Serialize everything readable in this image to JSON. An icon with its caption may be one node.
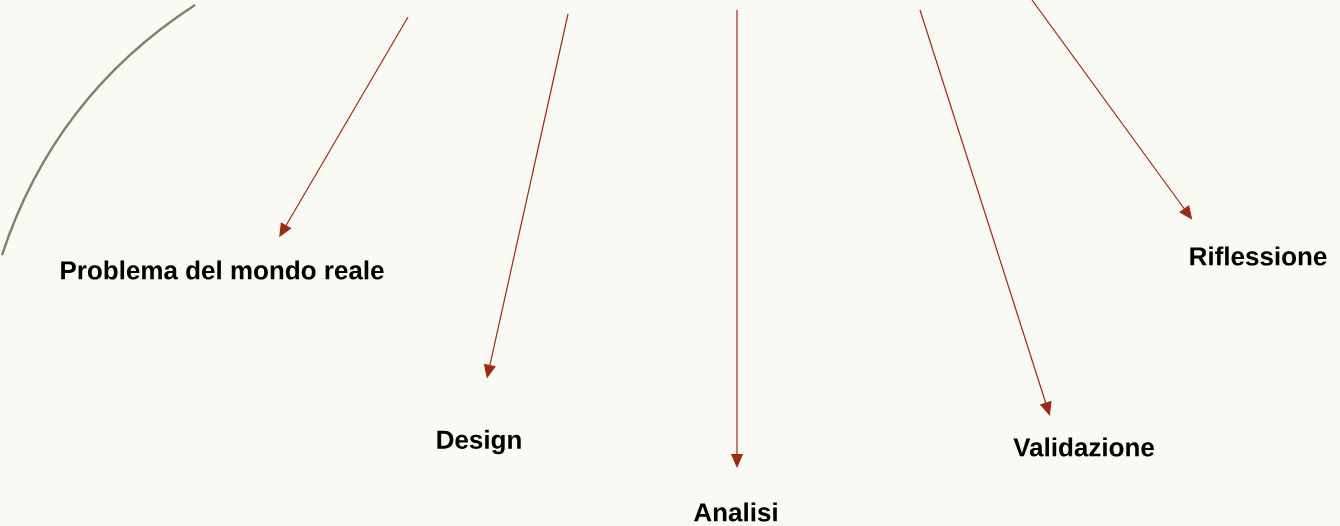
{
  "diagram": {
    "nodes": [
      {
        "text": [
          "Problema del mondo reale"
        ]
      },
      {
        "text": [
          "Design"
        ]
      },
      {
        "text": [
          "Analisi"
        ]
      },
      {
        "text": [
          "Validazione"
        ]
      },
      {
        "text": [
          "Riflessione"
        ]
      }
    ],
    "edges": [
      {
        "from": null,
        "to": 0,
        "arrow": "to"
      },
      {
        "from": null,
        "to": 1,
        "arrow": "to"
      },
      {
        "from": null,
        "to": 2,
        "arrow": "to"
      },
      {
        "from": null,
        "to": 3,
        "arrow": "to"
      },
      {
        "from": null,
        "to": 4,
        "arrow": "to"
      }
    ]
  }
}
